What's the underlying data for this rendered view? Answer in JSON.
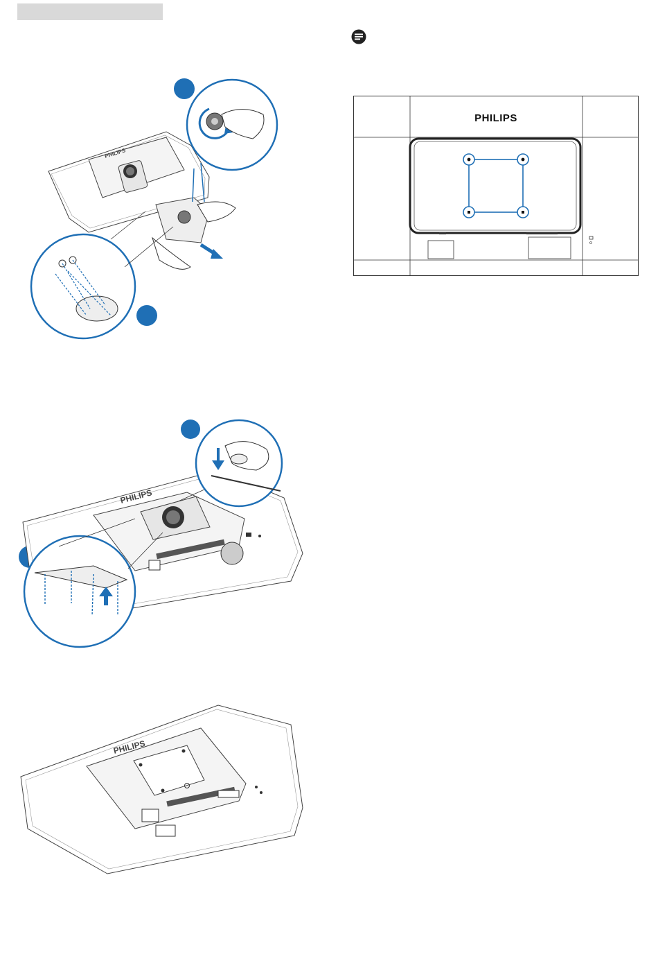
{
  "colors": {
    "accent": "#1f6fb5",
    "line": "#333333",
    "header_bar": "#d9d9d9"
  },
  "header": {
    "bar": "gray-header-bar"
  },
  "note": {
    "icon": "note-icon"
  },
  "rear_view": {
    "brand": "PHILIPS"
  },
  "illustrations": {
    "remove_screw": "remove-base-screw-illustration",
    "press_release": "press-release-button-illustration",
    "monitor_back": "monitor-back-illustration"
  },
  "brand_on_back": "PHILIPS"
}
